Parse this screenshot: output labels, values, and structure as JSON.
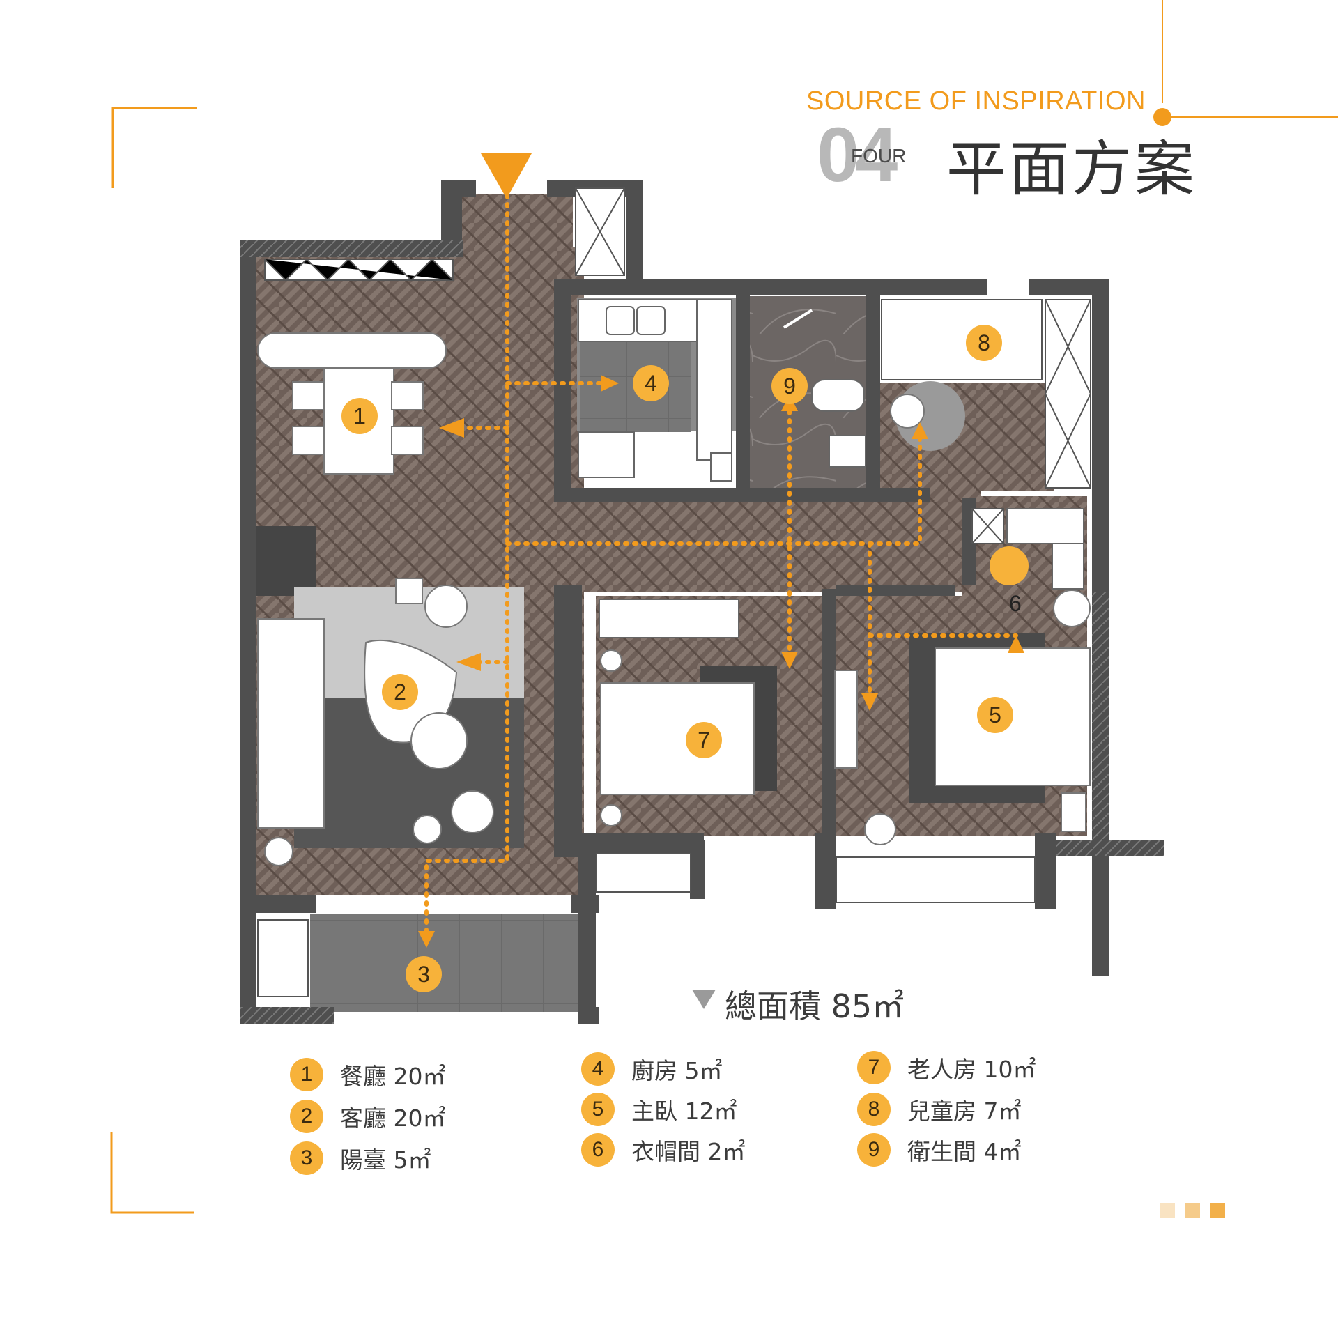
{
  "header": {
    "subtitle_en": "SOURCE OF INSPIRATION",
    "number": "04",
    "number_word": "FOUR",
    "title_zh": "平面方案"
  },
  "total_area": "總面積 85㎡",
  "room_markers": [
    "1",
    "2",
    "3",
    "4",
    "5",
    "6",
    "7",
    "8",
    "9"
  ],
  "legend": [
    {
      "num": "1",
      "label": "餐廳 20㎡"
    },
    {
      "num": "2",
      "label": "客廳 20㎡"
    },
    {
      "num": "3",
      "label": "陽臺 5㎡"
    },
    {
      "num": "4",
      "label": "廚房 5㎡"
    },
    {
      "num": "5",
      "label": "主臥 12㎡"
    },
    {
      "num": "6",
      "label": "衣帽間 2㎡"
    },
    {
      "num": "7",
      "label": "老人房 10㎡"
    },
    {
      "num": "8",
      "label": "兒童房 7㎡"
    },
    {
      "num": "9",
      "label": "衛生間 4㎡"
    }
  ],
  "colors": {
    "accent": "#f29b1d",
    "marker": "#f7b23a",
    "wall": "#4f4f4f",
    "floor": "#6e5f58",
    "tile": "#7a7a7a",
    "rug_light": "#c9c9c9",
    "rug_dark": "#565656"
  }
}
